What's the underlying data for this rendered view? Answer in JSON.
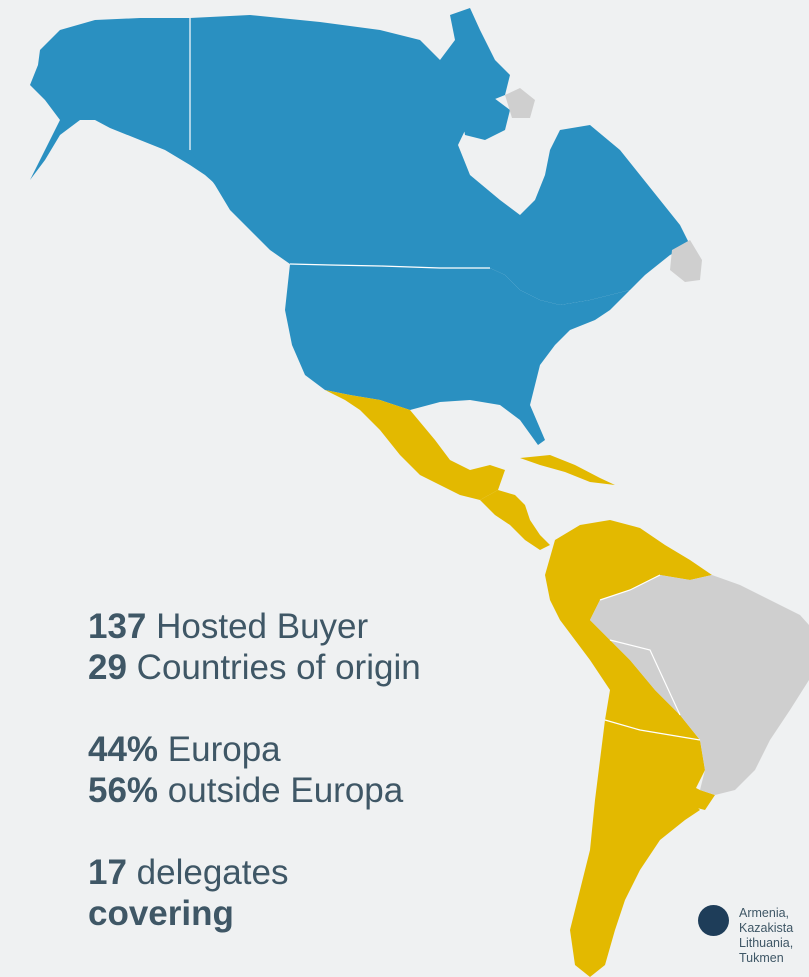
{
  "colors": {
    "background": "#eff1f2",
    "north_america": "#2a90c1",
    "latin_america": "#e3b900",
    "unhighlighted": "#cfcfcf",
    "legend_dot": "#1e3d59",
    "text": "#3f5766"
  },
  "stats": {
    "buyers_value": "137",
    "buyers_label": " Hosted Buyer",
    "countries_value": "29",
    "countries_label": " Countries of origin",
    "europe_value": "44%",
    "europe_label": " Europa",
    "outside_value": "56%",
    "outside_label": " outside Europa",
    "delegates_value": "17",
    "delegates_label": " delegates",
    "covering_label": "covering"
  },
  "legend": {
    "text": "Armenia,\nKazakista\nLithuania,\nTukmen"
  }
}
